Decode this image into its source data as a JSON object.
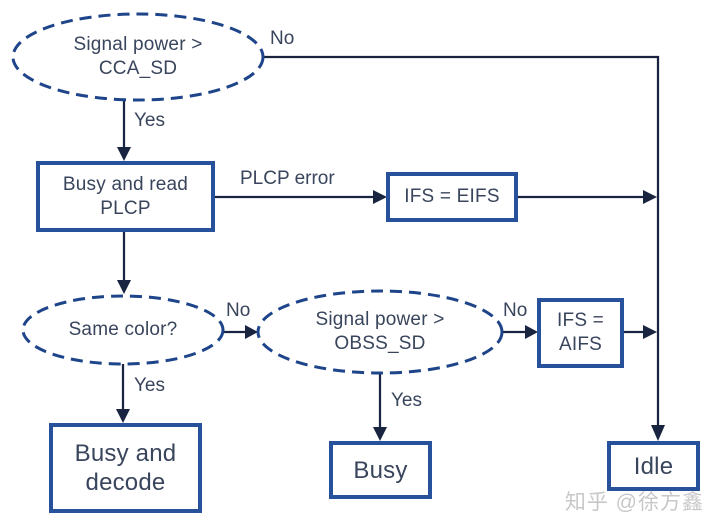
{
  "diagram": {
    "type": "flowchart",
    "nodes": {
      "cca": {
        "shape": "dashed-ellipse",
        "line1": "Signal power >",
        "line2": "CCA_SD"
      },
      "plcp": {
        "shape": "rect",
        "line1": "Busy and read",
        "line2": "PLCP"
      },
      "eifs": {
        "shape": "rect",
        "label": "IFS = EIFS"
      },
      "same_color": {
        "shape": "dashed-ellipse",
        "label": "Same color?"
      },
      "obss": {
        "shape": "dashed-ellipse",
        "line1": "Signal power >",
        "line2": "OBSS_SD"
      },
      "aifs": {
        "shape": "rect",
        "line1": "IFS =",
        "line2": "AIFS"
      },
      "busy_decode": {
        "shape": "rect",
        "line1": "Busy and",
        "line2": "decode"
      },
      "busy": {
        "shape": "rect",
        "label": "Busy"
      },
      "idle": {
        "shape": "rect",
        "label": "Idle"
      }
    },
    "edge_labels": {
      "cca_no": "No",
      "cca_yes": "Yes",
      "plcp_error": "PLCP error",
      "same_color_no": "No",
      "same_color_yes": "Yes",
      "obss_no": "No",
      "obss_yes": "Yes"
    },
    "edges": [
      "cca -No-> idle",
      "cca -Yes-> plcp",
      "plcp -PLCP error-> eifs",
      "eifs -> idle-line",
      "plcp -> same_color",
      "same_color -No-> obss",
      "same_color -Yes-> busy_decode",
      "obss -No-> aifs",
      "aifs -> idle-line",
      "obss -Yes-> busy"
    ],
    "watermark": "知乎 @徐方鑫",
    "colors": {
      "background": "#ffffff",
      "box_border": "#27519b",
      "ellipse_border": "#1e4589",
      "connector": "#182440",
      "text": "#39455c",
      "watermark": "#c8c8c8"
    }
  }
}
